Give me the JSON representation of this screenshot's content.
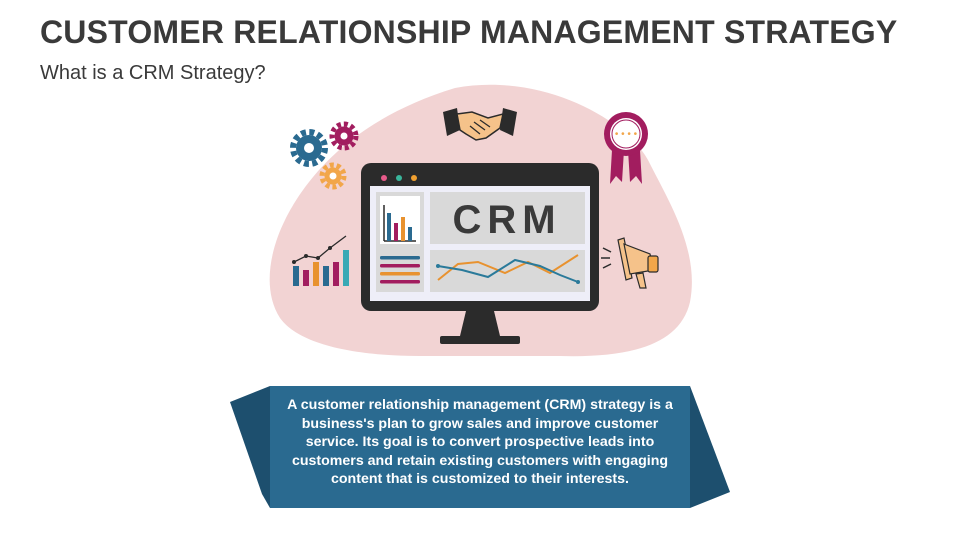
{
  "slide": {
    "title": "CUSTOMER RELATIONSHIP MANAGEMENT STRATEGY",
    "subtitle": "What is a CRM Strategy?",
    "monitor_label": "CRM",
    "description": "A customer relationship management (CRM) strategy is a business's plan to grow sales and improve customer service. Its goal is to convert prospective leads into customers and retain existing customers with engaging content that is customized to their interests."
  },
  "colors": {
    "title_text": "#3a3a3a",
    "blob": "#f2d3d3",
    "banner": "#2a6a90",
    "banner_dark": "#1d4f6e",
    "monitor_frame": "#2b2b2b",
    "screen_bg": "#eeeef8",
    "crm_panel": "#d9d9d9",
    "gear_blue": "#2a6a90",
    "gear_magenta": "#a21d5f",
    "gear_orange": "#f2a64a",
    "ribbon": "#a21d5f",
    "chart_orange": "#e8922f",
    "chart_teal": "#2a7a9a"
  },
  "icons": [
    "handshake-icon",
    "gears-icon",
    "award-ribbon-icon",
    "bar-chart-icon",
    "megaphone-icon",
    "monitor-icon"
  ]
}
